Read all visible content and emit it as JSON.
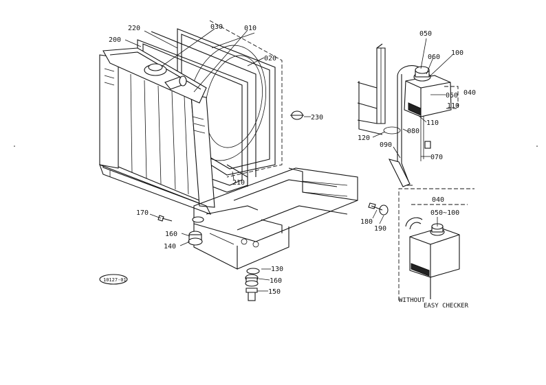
{
  "callouts": {
    "c220": "220",
    "c030": "030",
    "c010": "010",
    "c200": "200",
    "c020": "020",
    "c230": "230",
    "c210": "210",
    "c170": "170",
    "c160a": "160",
    "c140": "140",
    "c130": "130",
    "c160b": "160",
    "c150": "150",
    "c050": "050",
    "c060": "060",
    "c100": "100",
    "c050b": "050",
    "c040": "040",
    "c110": "110",
    "c110b": "110",
    "c080": "080",
    "c120": "120",
    "c090": "090",
    "c070": "070",
    "c180": "180",
    "c190": "190",
    "inset_040": "040",
    "inset_range": "050~100"
  },
  "notes": {
    "without": "WITHOUT",
    "easy_checker": "EASY CHECKER",
    "ref_code": "10127-01"
  }
}
